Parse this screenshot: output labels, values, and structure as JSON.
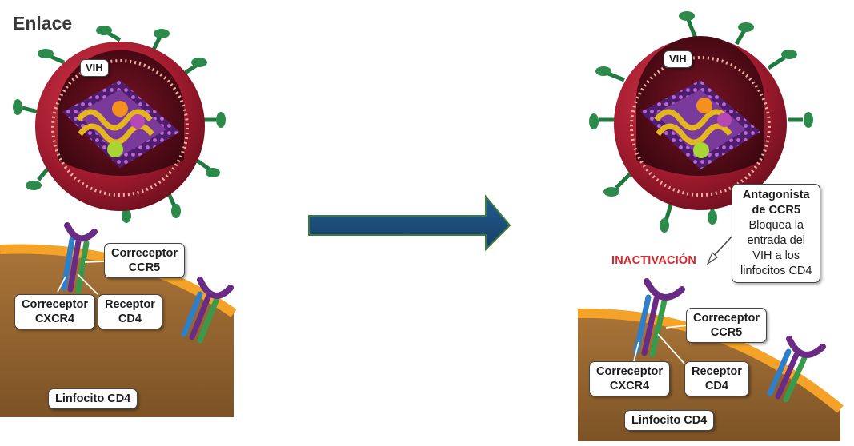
{
  "title": "Enlace",
  "left": {
    "virus_label": "VIH",
    "ccr5_label": [
      "Correceptor",
      "CCR5"
    ],
    "cxcr4_label": [
      "Correceptor",
      "CXCR4"
    ],
    "cd4_label": [
      "Receptor",
      "CD4"
    ],
    "cell_label": "Linfocito CD4"
  },
  "right": {
    "virus_label": "VIH",
    "antagonist_title": [
      "Antagonista",
      "de CCR5"
    ],
    "antagonist_desc": [
      "Bloquea la",
      "entrada del",
      "VIH a los",
      "linfocitos CD4"
    ],
    "inactivation_label": "INACTIVACIÓN",
    "ccr5_label": [
      "Correceptor",
      "CCR5"
    ],
    "cxcr4_label": [
      "Correceptor",
      "CXCR4"
    ],
    "cd4_label": [
      "Receptor",
      "CD4"
    ],
    "cell_label": "Linfocito CD4"
  },
  "colors": {
    "virus_red": "#9e1b2e",
    "virus_inner": "#5a0d18",
    "spike_green": "#1f7a3f",
    "cell_tan": "#9b6a35",
    "cell_orange": "#f4a328",
    "arrow_blue": "#1c4f7e",
    "arrow_border": "#3a7d3a",
    "receptor_purple": "#6a2b84",
    "receptor_blue": "#2f7ec9",
    "receptor_green": "#3a9a4c",
    "inactivation_red": "#d7262e"
  }
}
